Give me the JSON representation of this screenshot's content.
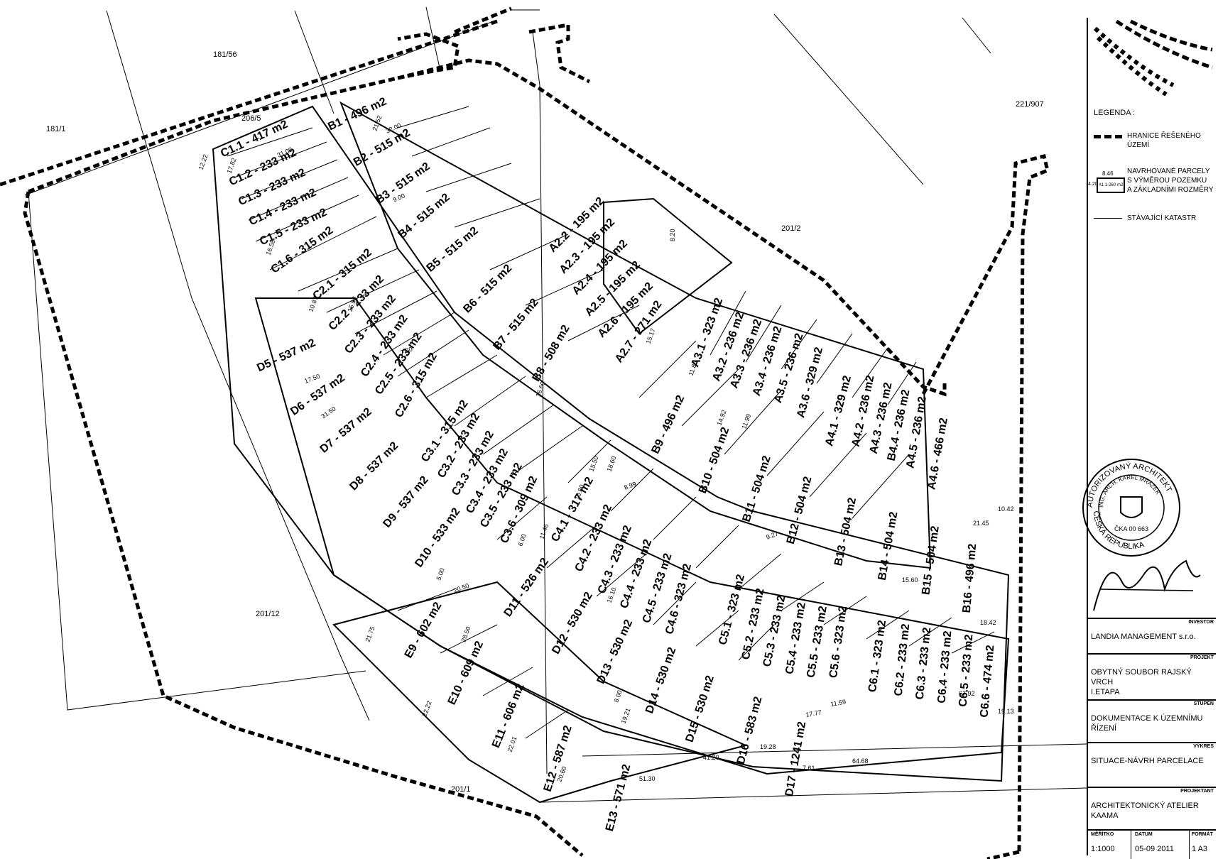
{
  "cadastral": {
    "p181_56": "181/56",
    "p181_1": "181/1",
    "p206_5": "206/5",
    "p221_907": "221/907",
    "p201_2": "201/2",
    "p201_12": "201/12",
    "p201_1": "201/1"
  },
  "parcels": [
    {
      "label": "C1.1 - 417 m2"
    },
    {
      "label": "C1.2 - 233 m2"
    },
    {
      "label": "C1.3 - 233 m2"
    },
    {
      "label": "C1.4 - 233 m2"
    },
    {
      "label": "C1.5 - 233 m2"
    },
    {
      "label": "C1.6 - 315 m2"
    },
    {
      "label": "B1 - 496 m2"
    },
    {
      "label": "B2 - 515 m2"
    },
    {
      "label": "B3 - 515 m2"
    },
    {
      "label": "B4 - 515 m2"
    },
    {
      "label": "B5 - 515 m2"
    },
    {
      "label": "B6 - 515 m2"
    },
    {
      "label": "B7 - 515 m2"
    },
    {
      "label": "B8 - 508 m2"
    },
    {
      "label": "A2.2 - 195 m2"
    },
    {
      "label": "A2.3 - 195 m2"
    },
    {
      "label": "A2.4 - 195 m2"
    },
    {
      "label": "A2.5 - 195 m2"
    },
    {
      "label": "A2.6 - 195 m2"
    },
    {
      "label": "A2.7 - 271 m2"
    },
    {
      "label": "C2.1 - 315 m2"
    },
    {
      "label": "C2.2 - 233 m2"
    },
    {
      "label": "C2.3 - 233 m2"
    },
    {
      "label": "C2.4 - 233 m2"
    },
    {
      "label": "C2.5 - 233 m2"
    },
    {
      "label": "C2.6 - 315 m2"
    },
    {
      "label": "D5 - 537 m2"
    },
    {
      "label": "D6 - 537 m2"
    },
    {
      "label": "D7 - 537 m2"
    },
    {
      "label": "D8 - 537 m2"
    },
    {
      "label": "D9 - 537 m2"
    },
    {
      "label": "D10 - 533 m2"
    },
    {
      "label": "C3.1 - 315 m2"
    },
    {
      "label": "C3.2 - 233 m2"
    },
    {
      "label": "C3.3 - 233 m2"
    },
    {
      "label": "C3.4 - 233 m2"
    },
    {
      "label": "C3.5 - 233 m2"
    },
    {
      "label": "C3.6 - 309 m2"
    },
    {
      "label": "A3.1 - 323 m2"
    },
    {
      "label": "A3.2 - 236 m2"
    },
    {
      "label": "A3.3 - 236 m2"
    },
    {
      "label": "A3.4 - 236 m2"
    },
    {
      "label": "A3.5 - 236 m2"
    },
    {
      "label": "A3.6 - 329 m2"
    },
    {
      "label": "A4.1 - 329 m2"
    },
    {
      "label": "A4.2 - 236 m2"
    },
    {
      "label": "A4.3 - 236 m2"
    },
    {
      "label": "B4.4 - 236 m2"
    },
    {
      "label": "A4.5 - 236 m2"
    },
    {
      "label": "A4.6 - 466 m2"
    },
    {
      "label": "B9 - 496 m2"
    },
    {
      "label": "B10 - 504 m2"
    },
    {
      "label": "B11 - 504 m2"
    },
    {
      "label": "B12 - 504 m2"
    },
    {
      "label": "B13 - 504 m2"
    },
    {
      "label": "B14 - 504 m2"
    },
    {
      "label": "B15 - 504 m2"
    },
    {
      "label": "B16 - 496 m2"
    },
    {
      "label": "C4.1 - 317 m2"
    },
    {
      "label": "C4.2 - 233 m2"
    },
    {
      "label": "C4.3 - 233 m2"
    },
    {
      "label": "C4.4 - 233 m2"
    },
    {
      "label": "C4.5 - 233 m2"
    },
    {
      "label": "C4.6 - 323 m2"
    },
    {
      "label": "D11 - 526 m2"
    },
    {
      "label": "D12 - 530 m2"
    },
    {
      "label": "D13 - 530 m2"
    },
    {
      "label": "D14 - 530 m2"
    },
    {
      "label": "D15 - 530 m2"
    },
    {
      "label": "D16 - 583 m2"
    },
    {
      "label": "D17 - 1241 m2"
    },
    {
      "label": "C5.1 - 323 m2"
    },
    {
      "label": "C5.2 - 233 m2"
    },
    {
      "label": "C5.3 - 233 m2"
    },
    {
      "label": "C5.4 - 233 m2"
    },
    {
      "label": "C5.5 - 233 m2"
    },
    {
      "label": "C5.6 - 323 m2"
    },
    {
      "label": "C6.1 - 323 m2"
    },
    {
      "label": "C6.2 - 233 m2"
    },
    {
      "label": "C6.3 - 233 m2"
    },
    {
      "label": "C6.4 - 233 m2"
    },
    {
      "label": "C6.5 - 233 m2"
    },
    {
      "label": "C6.6 - 474 m2"
    },
    {
      "label": "E9 - 602 m2"
    },
    {
      "label": "E10 - 609 m2"
    },
    {
      "label": "E11 - 606 m2"
    },
    {
      "label": "E12 - 587 m2"
    },
    {
      "label": "E13 - 571 m2"
    }
  ],
  "dimensions": [
    "31.00",
    "32.00",
    "12.22",
    "17.82",
    "16.58",
    "10.87",
    "7.50",
    "15.52",
    "16.60",
    "18.60",
    "31.50",
    "17.50",
    "9.00",
    "21.52",
    "8.20",
    "15.17",
    "11.88",
    "14.92",
    "11.99",
    "21.45",
    "10.42",
    "18.42",
    "15.60",
    "17.77",
    "11.59",
    "67.92",
    "19.13",
    "28.50",
    "21.75",
    "22.22",
    "20.50",
    "19.21",
    "51.30",
    "64.68",
    "41.20",
    "19.28",
    "7.61",
    "8.00",
    "20.60",
    "22.01",
    "5.00",
    "6.00",
    "11.46",
    "16.10",
    "8.99",
    "9.27",
    "10.80",
    "15.50"
  ],
  "legend": {
    "title": "LEGENDA :",
    "boundary": "HRANICE ŘEŠENÉHO ÚZEMÍ",
    "parcels_1": "NAVRHOVANÉ PARCELY",
    "parcels_2": "S VÝMĚROU POZEMKU",
    "parcels_3": "A ZÁKLADNÍMI ROZMĚRY",
    "sample_top": "8.46",
    "sample_side": "4.20",
    "sample_label": "A1.1-260 m2",
    "cadastre": "STÁVAJÍCÍ KATASTR"
  },
  "stamp": {
    "ring_top": "AUTORIZOVANÝ ARCHITEKT",
    "ring_inner": "ING. ARCH. KAREL MRÁZEK",
    "number": "ČKA 00 663",
    "ring_bottom": "ČESKÁ REPUBLIKA"
  },
  "title_block": {
    "investor_tag": "INVESTOR",
    "investor": "LANDIA MANAGEMENT s.r.o.",
    "project_tag": "PROJEKT",
    "project_1": "OBYTNÝ SOUBOR RAJSKÝ VRCH",
    "project_2": "I.ETAPA",
    "stage_tag": "STUPEŇ",
    "stage": "DOKUMENTACE K ÚZEMNÍMU ŘÍZENÍ",
    "drawing_tag": "VÝKRES",
    "drawing": "SITUACE-NÁVRH PARCELACE",
    "designer_tag": "PROJEKTANT",
    "designer": "ARCHITEKTONICKÝ ATELIER KAAMA",
    "scale_tag": "MĚŘÍTKO",
    "scale": "1:1000",
    "date_tag": "DATUM",
    "date": "05-09 2011",
    "format_tag": "FORMÁT",
    "format": "1 A3"
  }
}
